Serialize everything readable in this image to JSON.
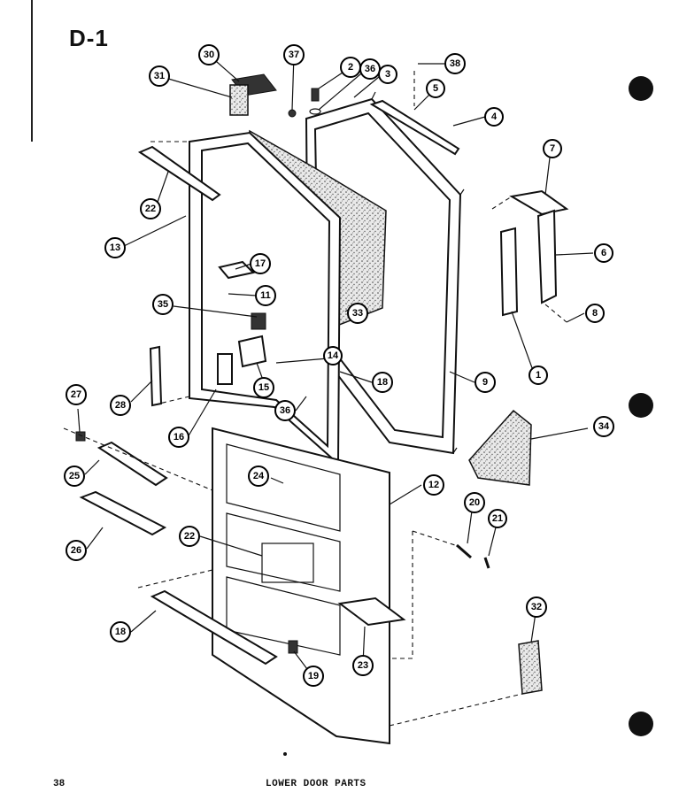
{
  "page": {
    "title": "D-1",
    "number": "38",
    "caption": "LOWER DOOR PARTS"
  },
  "callouts": [
    "30",
    "31",
    "37",
    "2",
    "36",
    "3",
    "38",
    "5",
    "4",
    "7",
    "22",
    "13",
    "6",
    "17",
    "11",
    "8",
    "35",
    "33",
    "1",
    "14",
    "28",
    "15",
    "18",
    "9",
    "27",
    "36",
    "16",
    "34",
    "24",
    "25",
    "12",
    "20",
    "21",
    "26",
    "22",
    "32",
    "18",
    "23",
    "19"
  ]
}
